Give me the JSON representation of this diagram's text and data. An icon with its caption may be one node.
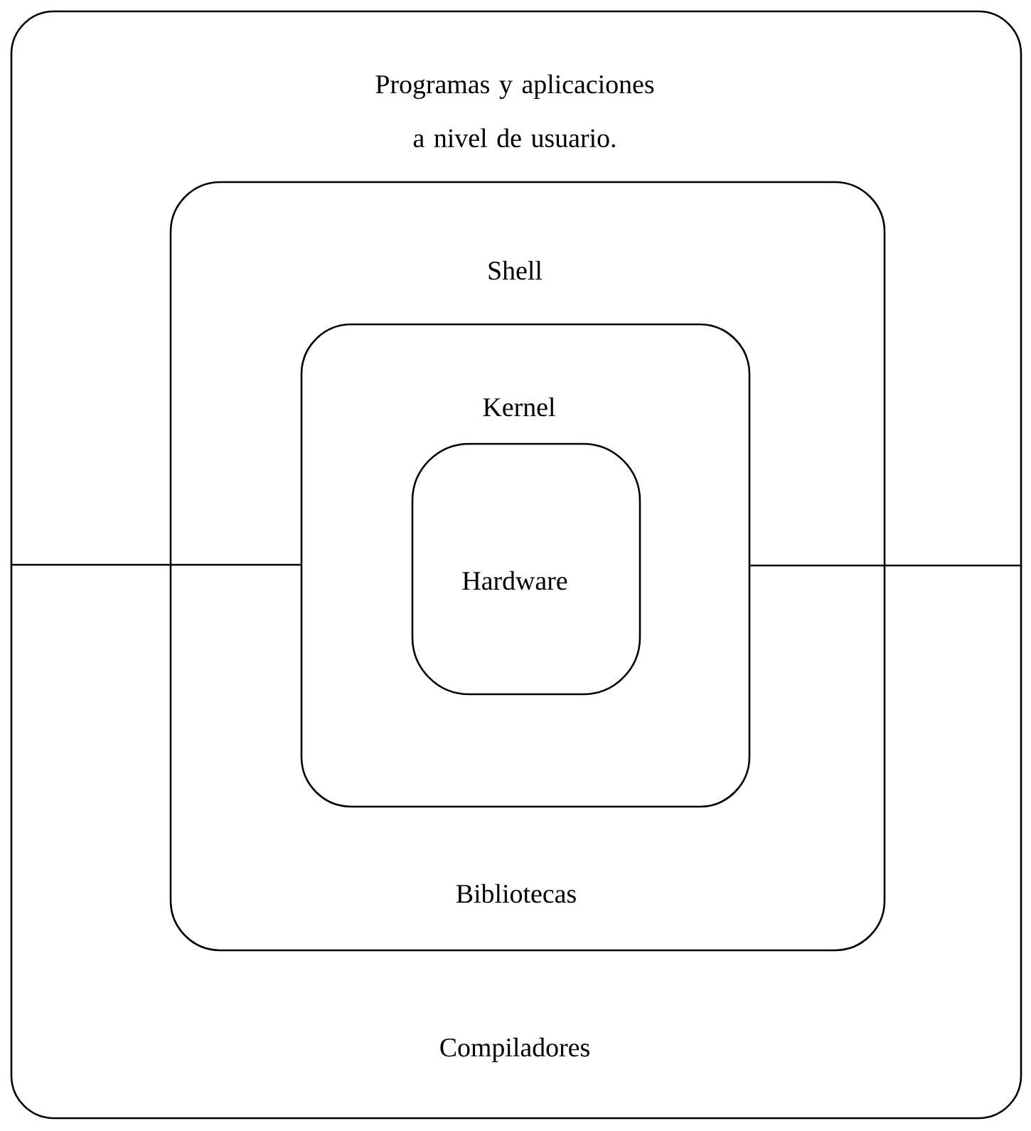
{
  "diagram": {
    "nodes": [
      {
        "text": [
          "Programas y aplicaciones a nivel de usuario.",
          "Compiladores"
        ]
      },
      {
        "text": [
          "Shell",
          "Bibliotecas"
        ],
        "in": 0
      },
      {
        "text": [
          "Kernel"
        ],
        "in": 1
      },
      {
        "text": [
          "Hardware"
        ],
        "in": 2
      }
    ],
    "edges": [
      {
        "from": 0,
        "to": 2,
        "arrow": "none"
      },
      {
        "from": 2,
        "to": 0,
        "arrow": "none"
      }
    ]
  }
}
